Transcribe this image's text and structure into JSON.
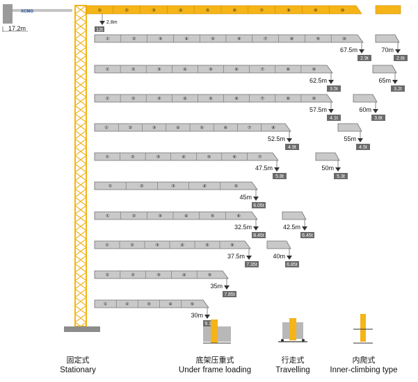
{
  "colors": {
    "tower": "#f5b418",
    "jib": "#c9c9c9",
    "jib_top": "#f5b418",
    "tag": "#6a6a6a",
    "base": "#8c8c8c"
  },
  "brand": "XCMG",
  "counterjib_length": "17.2m",
  "tip_offset": "2.8m",
  "tip_load": "12t",
  "configs": [
    {
      "segs": [
        "①",
        "②",
        "③",
        "④",
        "⑤",
        "⑥",
        "⑦",
        "⑧",
        "⑨",
        "⑩"
      ],
      "length": "67.5m",
      "tip_load": "2.9t",
      "alt": {
        "length": "70m",
        "tip_load": "2.6t"
      }
    },
    {
      "segs": [
        "①",
        "②",
        "③",
        "④",
        "⑤",
        "⑥",
        "⑦",
        "⑧",
        "⑨"
      ],
      "length": "62.5m",
      "tip_load": "3.5t",
      "alt": {
        "length": "65m",
        "tip_load": "3.2t"
      }
    },
    {
      "segs": [
        "①",
        "②",
        "③",
        "④",
        "⑤",
        "⑥",
        "⑦",
        "⑧",
        "⑨"
      ],
      "length": "57.5m",
      "tip_load": "4.1t",
      "alt": {
        "length": "60m",
        "tip_load": "3.8t"
      }
    },
    {
      "segs": [
        "①",
        "②",
        "③",
        "④",
        "⑤",
        "⑥",
        "⑦",
        "⑧"
      ],
      "length": "52.5m",
      "tip_load": "4.9t",
      "alt": {
        "length": "55m",
        "tip_load": "4.5t"
      }
    },
    {
      "segs": [
        "①",
        "②",
        "③",
        "④",
        "⑤",
        "⑥",
        "⑦"
      ],
      "length": "47.5m",
      "tip_load": "5.8t",
      "alt": {
        "length": "50m",
        "tip_load": "5.3t"
      }
    },
    {
      "segs": [
        "①",
        "②",
        "③",
        "④",
        "⑤"
      ],
      "length": "45m",
      "tip_load": "6.05t"
    },
    {
      "segs": [
        "①",
        "②",
        "③",
        "④",
        "⑤",
        "⑥"
      ],
      "length": "32.5m",
      "tip_load": "8.45t",
      "alt": {
        "length": "42.5m",
        "tip_load": "6.45t"
      }
    },
    {
      "segs": [
        "①",
        "②",
        "③",
        "④",
        "⑤",
        "⑥"
      ],
      "length": "37.5m",
      "tip_load": "7.35t",
      "alt": {
        "length": "40m",
        "tip_load": "6.85t"
      }
    },
    {
      "segs": [
        "①",
        "②",
        "③",
        "④",
        "⑤"
      ],
      "length": "35m",
      "tip_load": "7.85t"
    },
    {
      "segs": [
        "①",
        "②",
        "③",
        "④",
        "⑤"
      ],
      "length": "30m",
      "tip_load": "9.15t"
    }
  ],
  "captions": [
    {
      "zh": "固定式",
      "en": "Stationary"
    },
    {
      "zh": "底架压重式",
      "en": "Under frame loading"
    },
    {
      "zh": "行走式",
      "en": "Travelling"
    },
    {
      "zh": "内爬式",
      "en": "Inner-climbing type"
    }
  ]
}
